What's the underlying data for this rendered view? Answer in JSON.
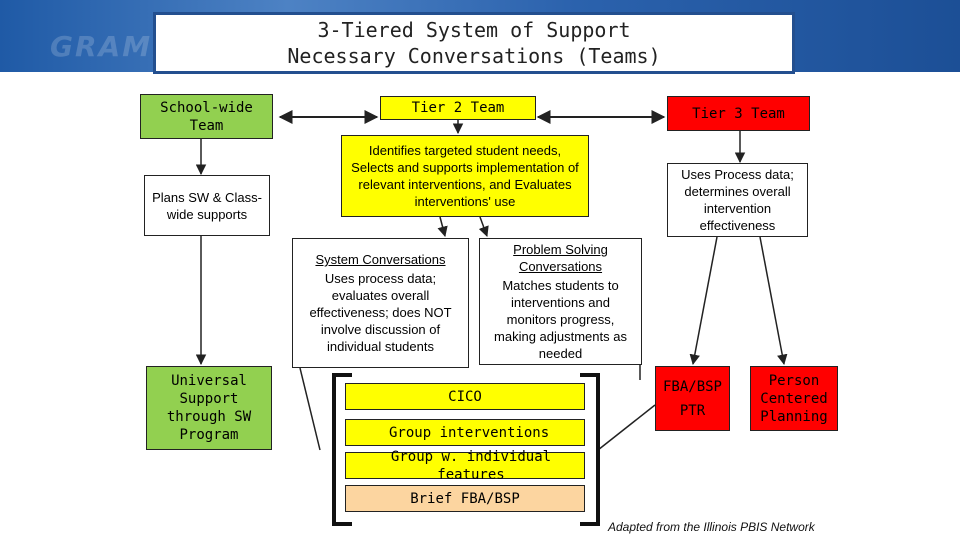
{
  "banner_watermark": "GRAMM",
  "title": {
    "line1": "3-Tiered System of Support",
    "line2": "Necessary Conversations (Teams)"
  },
  "left_column": {
    "team": "School-wide Team",
    "supports": "Plans SW & Class-wide supports",
    "program": "Universal Support through SW Program"
  },
  "tier2": {
    "team": "Tier 2 Team",
    "description": "Identifies targeted student needs, Selects and supports implementation of relevant interventions, and Evaluates interventions' use",
    "system_title": "System Conversations",
    "system_body": "Uses process data; evaluates overall effectiveness; does NOT involve discussion of individual students",
    "ps_title": "Problem Solving Conversations",
    "ps_body": "Matches students to interventions and monitors progress, making adjustments as needed"
  },
  "tier3": {
    "team": "Tier 3 Team",
    "description": "Uses Process data; determines overall intervention effectiveness",
    "fba_line1": "FBA/BSP",
    "fba_line2": "PTR",
    "pcp": "Person Centered Planning"
  },
  "interventions": {
    "cico": "CICO",
    "group": "Group interventions",
    "group_individual": "Group w. individual features",
    "brief_fba": "Brief FBA/BSP"
  },
  "credit": "Adapted from the Illinois PBIS Network",
  "colors": {
    "green": "#92d050",
    "yellow": "#ffff00",
    "red": "#ff0000",
    "tan": "#fcd5a0",
    "banner": "#2b62ad"
  }
}
